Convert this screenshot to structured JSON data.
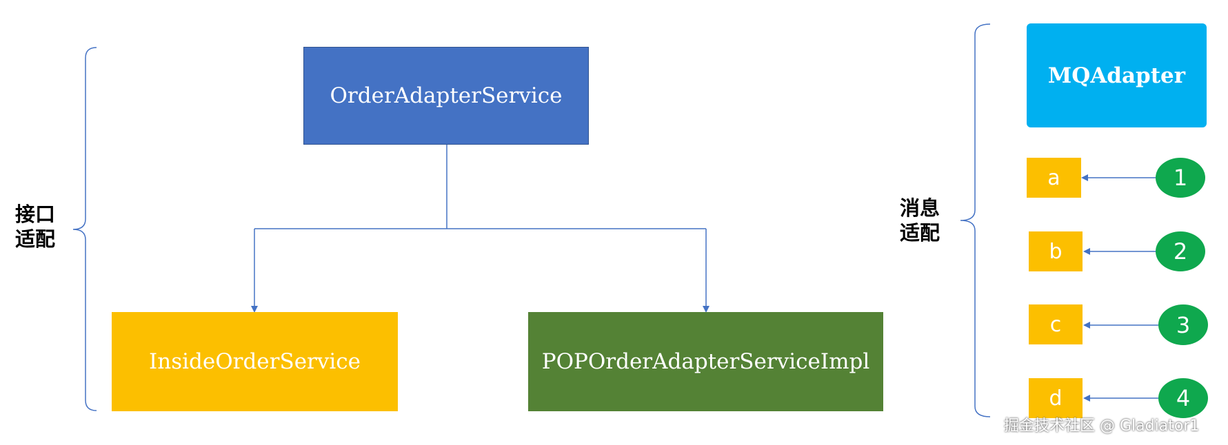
{
  "interface_adaptation": {
    "label_line1": "接口",
    "label_line2": "适配",
    "root": {
      "label": "OrderAdapterService",
      "color": "#4472c4"
    },
    "children": [
      {
        "label": "InsideOrderService",
        "color": "#fcbf00"
      },
      {
        "label": "POPOrderAdapterServiceImpl",
        "color": "#548235"
      }
    ]
  },
  "message_adaptation": {
    "label_line1": "消息",
    "label_line2": "适配",
    "adapter": {
      "label": "MQAdapter",
      "color": "#00b0f0"
    },
    "handler_color": "#fcbf00",
    "source_color": "#0fa84e",
    "rows": [
      {
        "handler": "a",
        "source": "1"
      },
      {
        "handler": "b",
        "source": "2"
      },
      {
        "handler": "c",
        "source": "3"
      },
      {
        "handler": "d",
        "source": "4"
      }
    ]
  },
  "watermark": "掘金技术社区 @ Gladiator1",
  "colors": {
    "line": "#4472c4",
    "bracket": "#4472c4"
  }
}
